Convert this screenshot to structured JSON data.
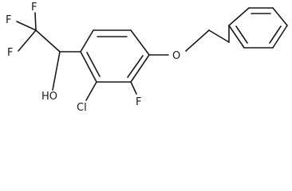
{
  "molecule": {
    "atoms": {
      "f_top": "F",
      "f_upper_left": "F",
      "f_lower_left": "F",
      "hydroxyl": "HO",
      "ether_oxygen": "O",
      "chlorine": "Cl",
      "f_ring": "F"
    }
  }
}
